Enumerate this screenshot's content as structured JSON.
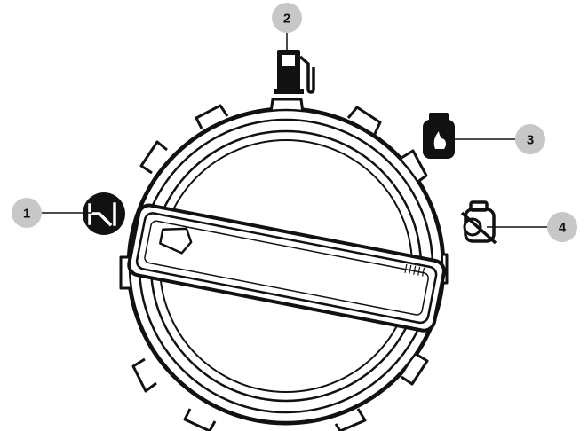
{
  "diagram": {
    "knob": {
      "outline_color": "#111111",
      "fill_color": "#ffffff",
      "pointer_icon": "triangle-pointer-icon"
    },
    "callouts": [
      {
        "number": "1",
        "icon": "off-switch-icon",
        "meaning_icon": "fuel-shutoff-off-position"
      },
      {
        "number": "2",
        "icon": "fuel-pump-icon",
        "meaning_icon": "petrol-position"
      },
      {
        "number": "3",
        "icon": "gas-cylinder-icon",
        "meaning_icon": "lpg-position"
      },
      {
        "number": "4",
        "icon": "gas-cylinder-crossed-icon",
        "meaning_icon": "lpg-off-position"
      }
    ],
    "colors": {
      "callout_badge": "#c7c7c7",
      "callout_text": "#111111",
      "icon_fill": "#111111"
    }
  }
}
